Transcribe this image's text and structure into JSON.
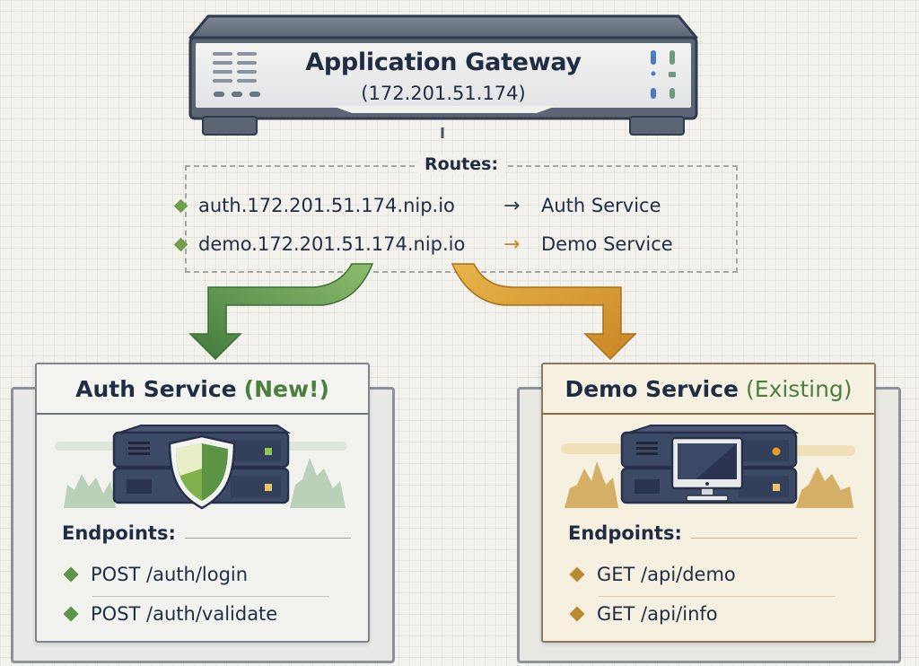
{
  "gateway": {
    "title": "Application Gateway",
    "ip": "(172.201.51.174)"
  },
  "routes": {
    "title": "Routes:",
    "items": [
      {
        "host": "auth.172.201.51.174.nip.io",
        "arrow": "→",
        "target": "Auth Service",
        "arrow_color": "#2f3b4f"
      },
      {
        "host": "demo.172.201.51.174.nip.io",
        "arrow": "→",
        "target": "Demo Service",
        "arrow_color": "#c08a2a"
      }
    ]
  },
  "colors": {
    "green": "#5c9446",
    "green_dark": "#3f7a3c",
    "orange": "#d2962e",
    "navy": "#1f2d44",
    "server": "#3d4a66"
  },
  "services": [
    {
      "name": "Auth Service",
      "tag": "(New!)",
      "icon": "shield-icon",
      "endpoints_title": "Endpoints:",
      "endpoints": [
        "POST /auth/login",
        "POST /auth/validate"
      ]
    },
    {
      "name": "Demo Service",
      "tag": "(Existing)",
      "icon": "monitor-icon",
      "endpoints_title": "Endpoints:",
      "endpoints": [
        "GET /api/demo",
        "GET /api/info"
      ]
    }
  ]
}
